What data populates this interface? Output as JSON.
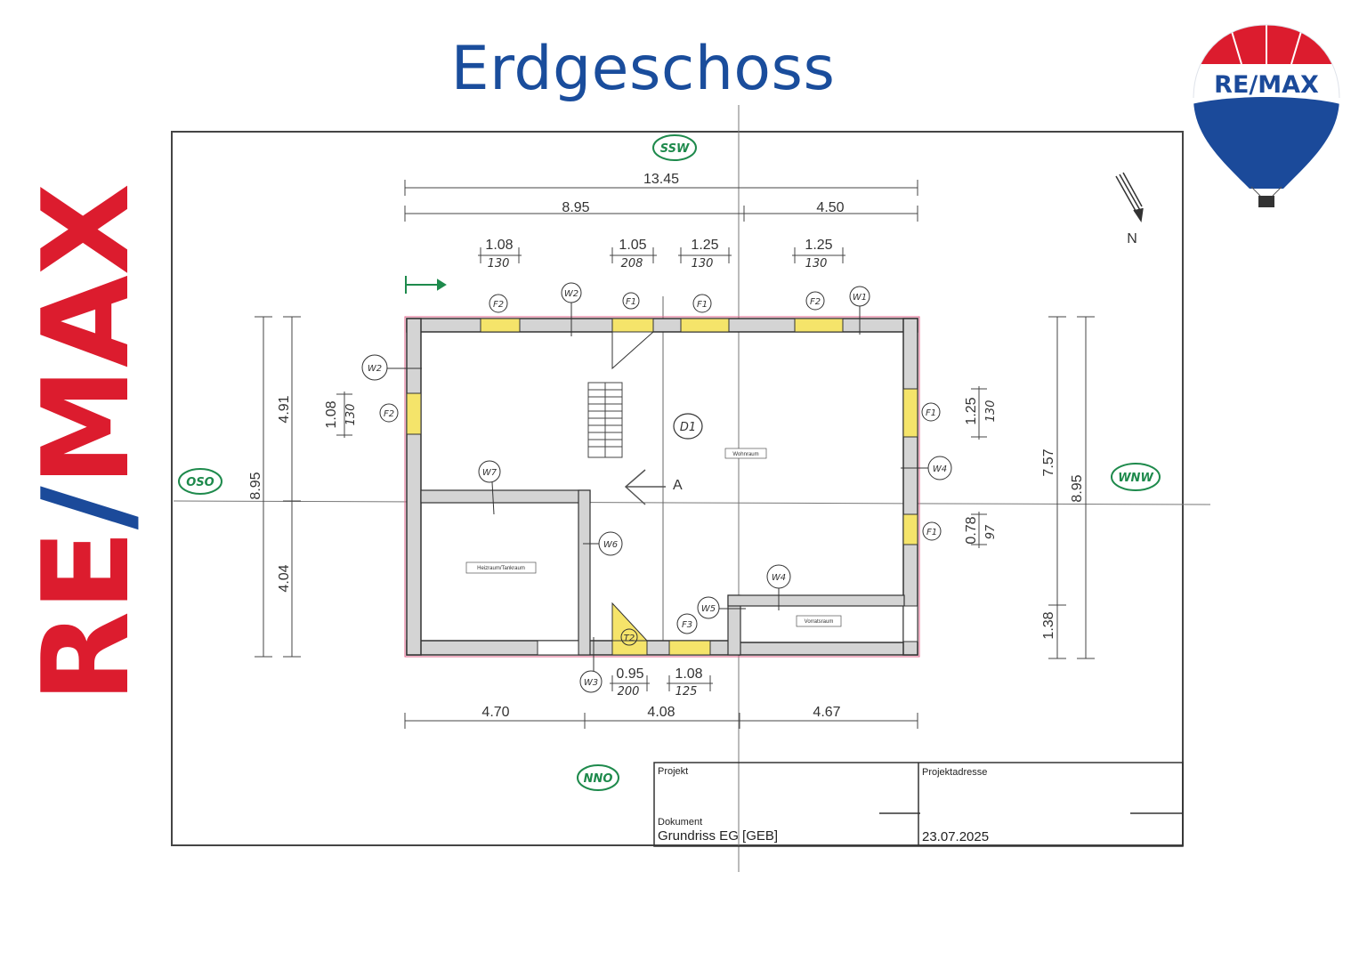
{
  "title": "Erdgeschoss",
  "brand": {
    "vertical_logo": {
      "left": "RE",
      "slash": "/",
      "right": "MAX"
    },
    "balloon_logo": {
      "text": "RE/MAX"
    },
    "colors": {
      "red": "#dc1c2e",
      "blue": "#1b4a9a",
      "title": "#1a4d9c",
      "green": "#1e8a4c"
    }
  },
  "north_label": "N",
  "orientation_labels": {
    "top": "SSW",
    "left": "OSO",
    "right": "WNW",
    "bottom": "NNO"
  },
  "door_tag": "D1",
  "arrow_label": "A",
  "room_labels": {
    "main": "Wohnraum",
    "tank": "Heizraum/Tankraum",
    "storage": "Vorratsraum"
  },
  "dimensions": {
    "top_total": "13.45",
    "top_left": "8.95",
    "top_right": "4.50",
    "openings_top": [
      {
        "width": "1.08",
        "height": "130"
      },
      {
        "width": "1.05",
        "height": "208"
      },
      {
        "width": "1.25",
        "height": "130"
      },
      {
        "width": "1.25",
        "height": "130"
      }
    ],
    "left_total": "8.95",
    "left_upper": "4.91",
    "left_lower": "4.04",
    "left_opening": {
      "width": "1.08",
      "height": "130"
    },
    "right_total": "8.95",
    "right_upper": "7.57",
    "right_lower": "1.38",
    "right_opening_1": {
      "width": "1.25",
      "height": "130"
    },
    "right_opening_2": {
      "width": "0.78",
      "height": "97"
    },
    "bottom_opening_1": {
      "width": "0.95",
      "height": "200"
    },
    "bottom_opening_2": {
      "width": "1.08",
      "height": "125"
    },
    "bottom_1": "4.70",
    "bottom_2": "4.08",
    "bottom_3": "4.67"
  },
  "wall_tags": [
    "F2",
    "W2",
    "F1",
    "F1",
    "F2",
    "W1",
    "W2",
    "F2",
    "F1",
    "W4",
    "F1",
    "W7",
    "W6",
    "W4",
    "W5",
    "F3",
    "T2",
    "W3"
  ],
  "title_block": {
    "project_label": "Projekt",
    "project_address_label": "Projektadresse",
    "document_label": "Dokument",
    "document_value": "Grundriss EG [GEB]",
    "date": "23.07.2025"
  }
}
